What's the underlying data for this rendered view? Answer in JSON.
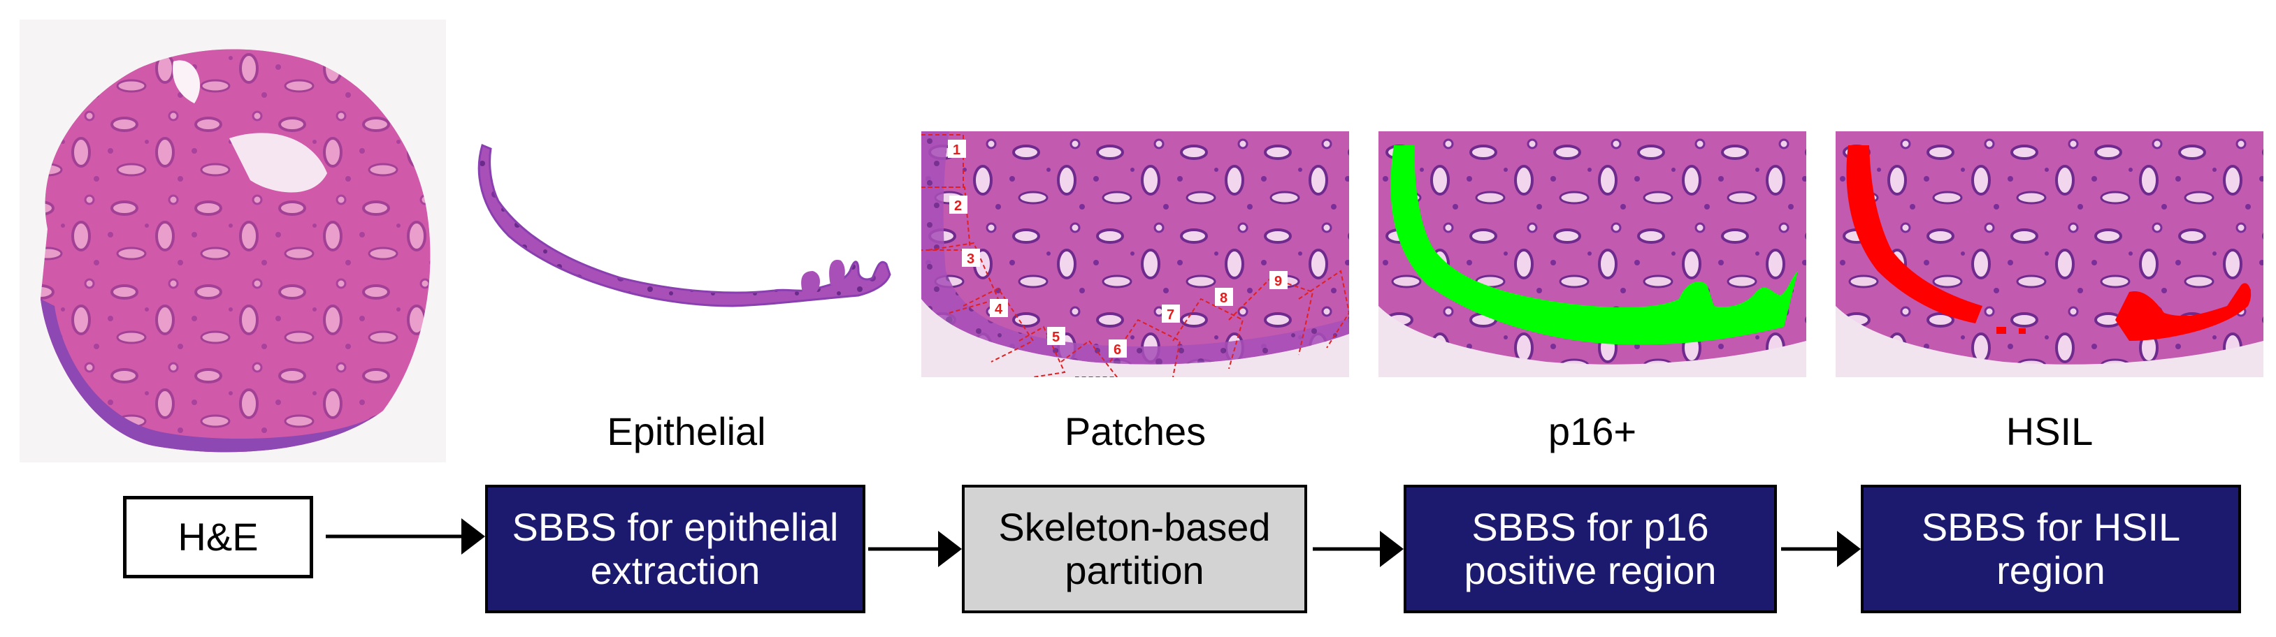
{
  "captions": {
    "epithelial": "Epithelial",
    "patches": "Patches",
    "p16": "p16+",
    "hsil": "HSIL"
  },
  "patch_numbers": [
    "1",
    "2",
    "3",
    "4",
    "5",
    "6",
    "7",
    "8",
    "9"
  ],
  "pipeline": {
    "input": "H&E",
    "step1": "SBBS for epithelial\nextraction",
    "step2": "Skeleton-based\npartition",
    "step3": "SBBS for p16\npositive region",
    "step4": "SBBS for HSIL\nregion"
  },
  "colors": {
    "tissue_pink": "#d8409a",
    "tissue_purple": "#9a52b8",
    "p16_overlay": "#00ff00",
    "hsil_overlay": "#ff0000",
    "box_dark": "#1c1a6e",
    "box_gray": "#d3d3d3",
    "patch_outline": "#e02020"
  }
}
